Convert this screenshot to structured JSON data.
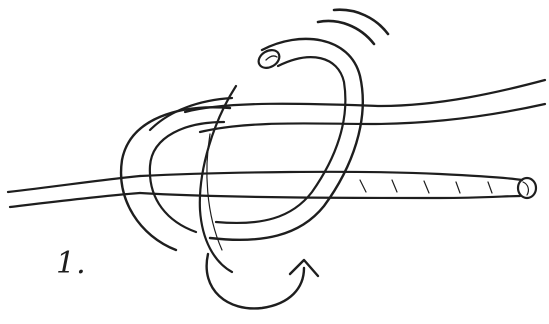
{
  "figure": {
    "step_label": "1.",
    "colors": {
      "ink": "#1e1e1e",
      "rope_fill": "#ffffff",
      "background": "#ffffff"
    },
    "parts": [
      "standing-part",
      "loop-back-strand",
      "working-end",
      "lower-rope",
      "wrap-loop",
      "rotation-arrow",
      "motion-lines"
    ]
  }
}
